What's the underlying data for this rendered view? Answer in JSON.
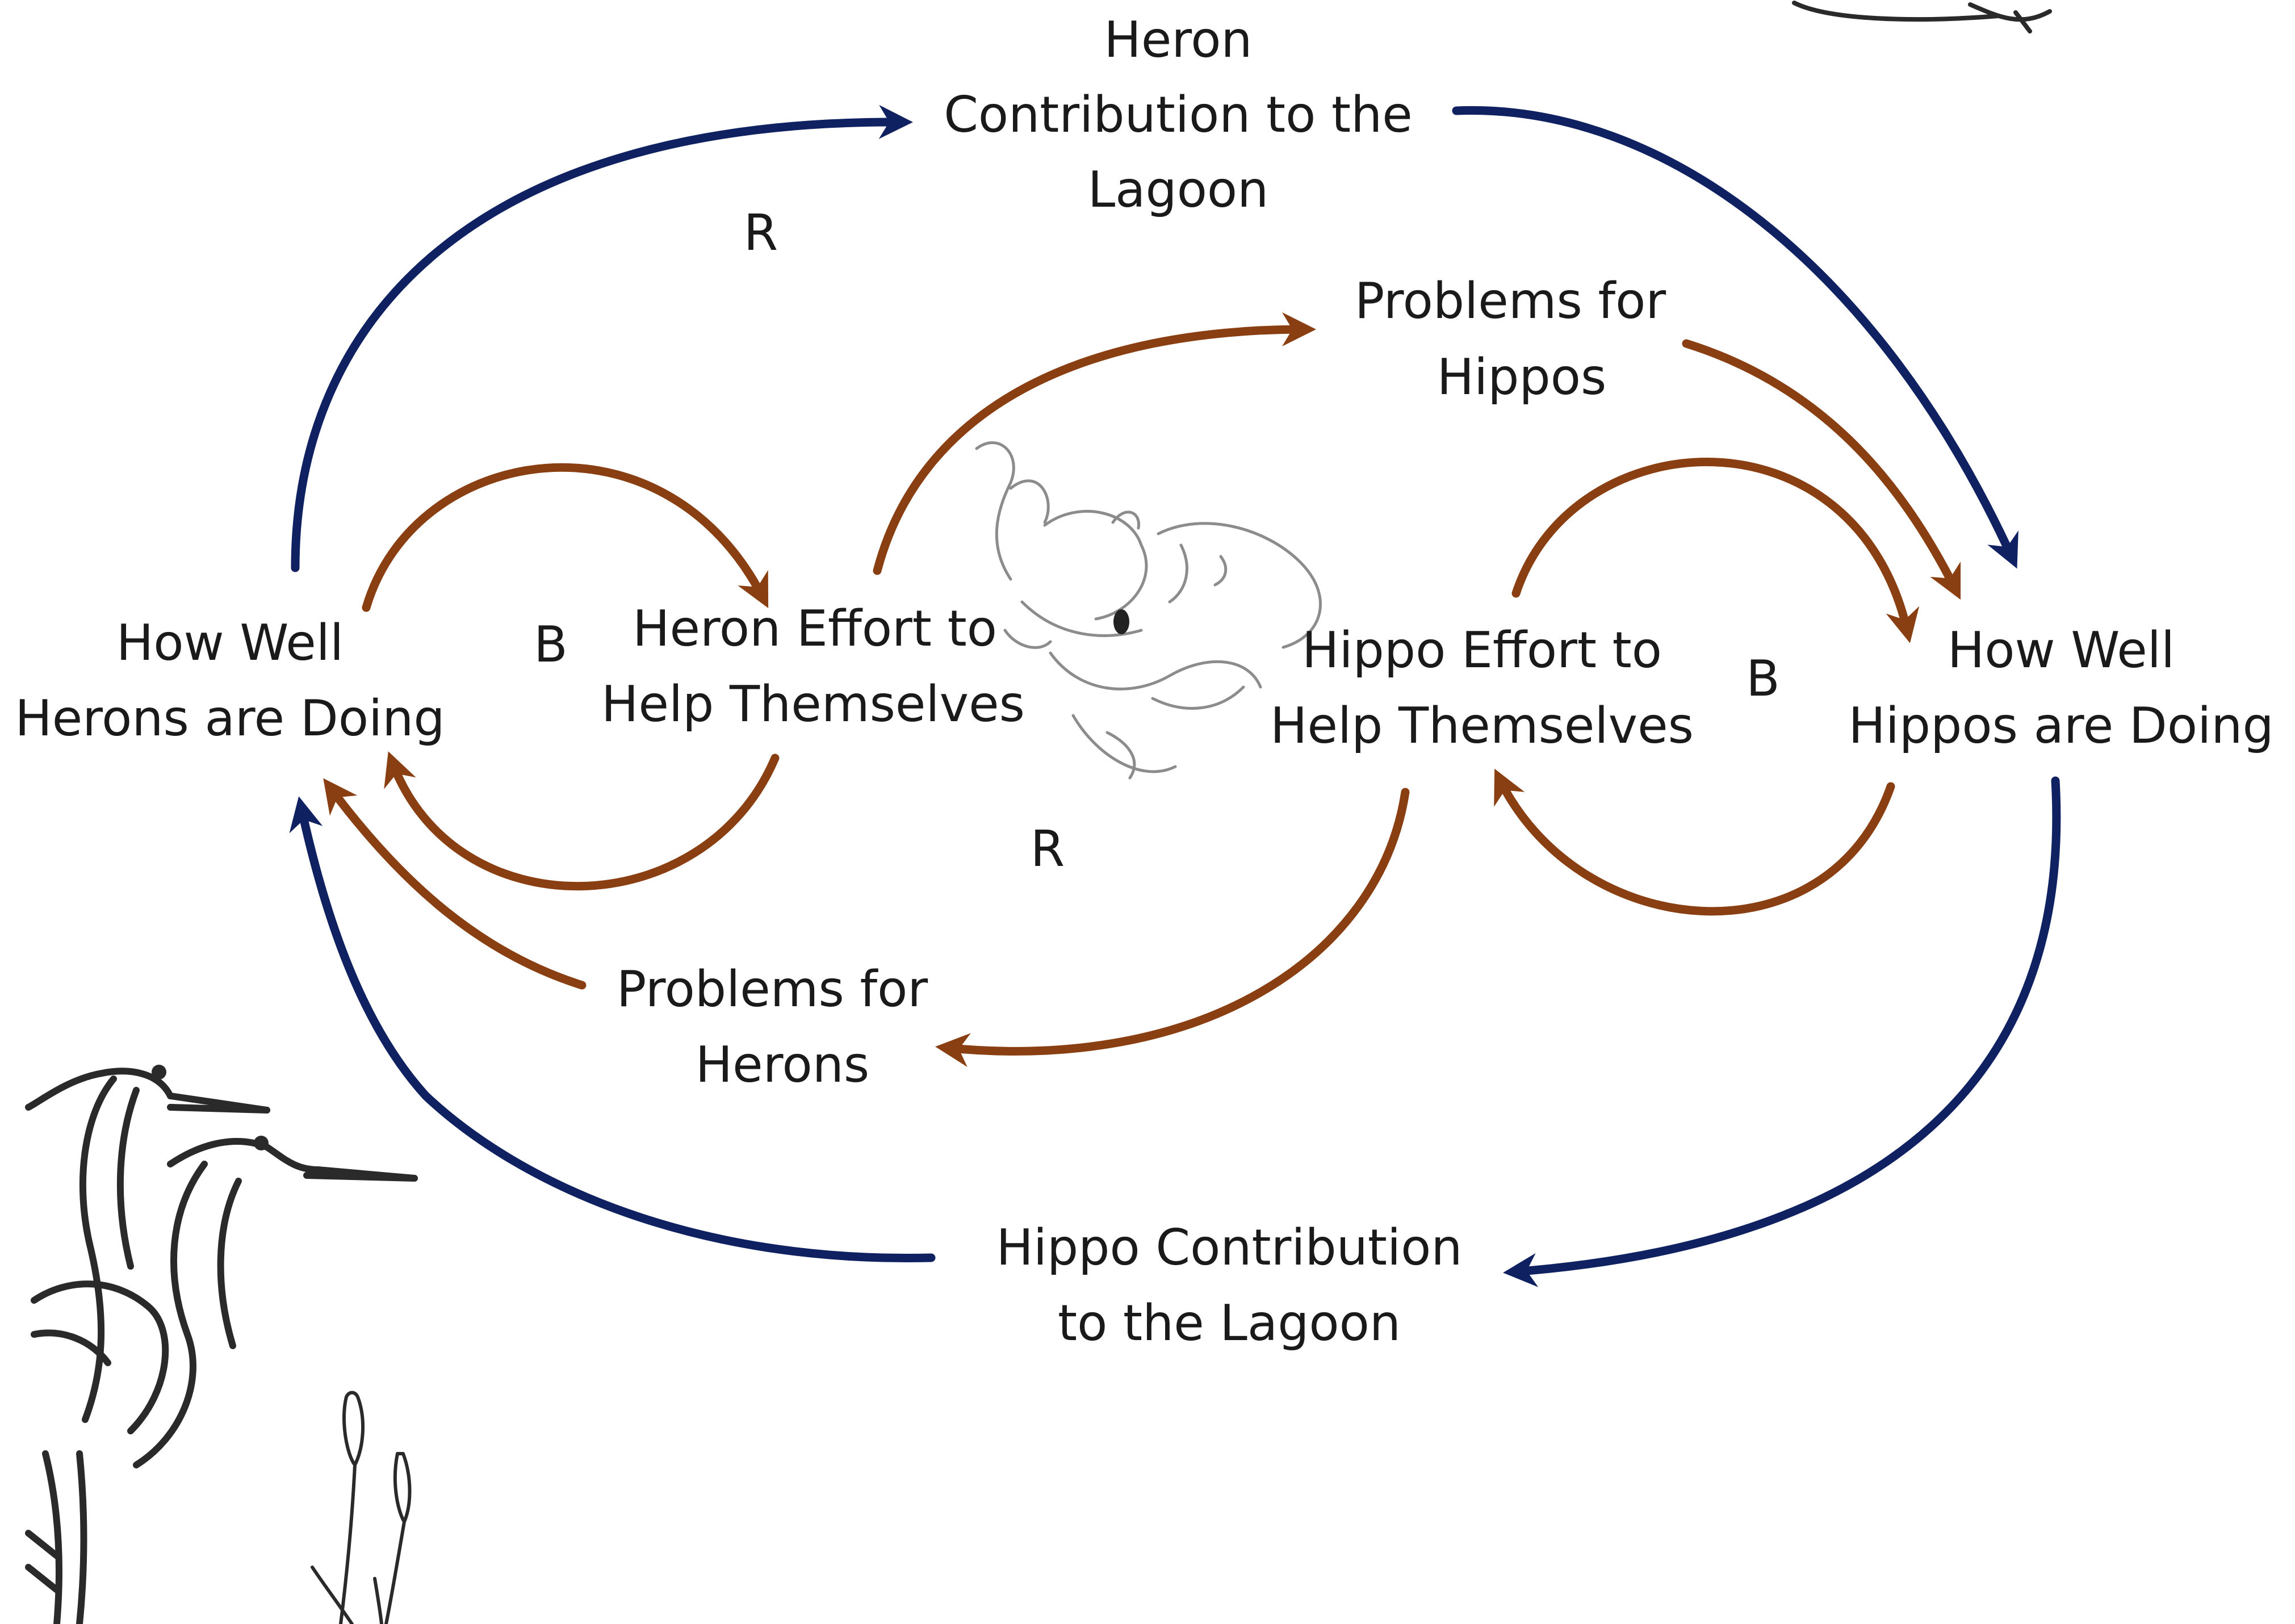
{
  "colors": {
    "navy_link": "#0f2161",
    "brown_link": "#8a3f12",
    "text": "#1a1a1a",
    "sketch_dark": "#2a2a2a",
    "sketch_light": "#8c8c8c"
  },
  "nodes": {
    "heron_contribution": [
      "Heron",
      "Contribution to the",
      "Lagoon"
    ],
    "problems_hippos": [
      "Problems for",
      "Hippos"
    ],
    "how_well_herons": [
      "How Well",
      "Herons are Doing"
    ],
    "heron_effort": [
      "Heron Effort to",
      "Help Themselves"
    ],
    "hippo_effort": [
      "Hippo Effort to",
      "Help Themselves"
    ],
    "how_well_hippos": [
      "How Well",
      "Hippos are Doing"
    ],
    "problems_herons": [
      "Problems for",
      "Herons"
    ],
    "hippo_contribution": [
      "Hippo Contribution",
      "to the Lagoon"
    ]
  },
  "loop_labels": {
    "outer_reinforcing": "R",
    "heron_balancing": "B",
    "hippo_balancing": "B",
    "inner_reinforcing": "R"
  },
  "icons": {
    "herons_illustration": "heron-pair-sketch",
    "hippo_illustration": "hippo-sketch",
    "corner_fragment": "sketch-fragment"
  }
}
